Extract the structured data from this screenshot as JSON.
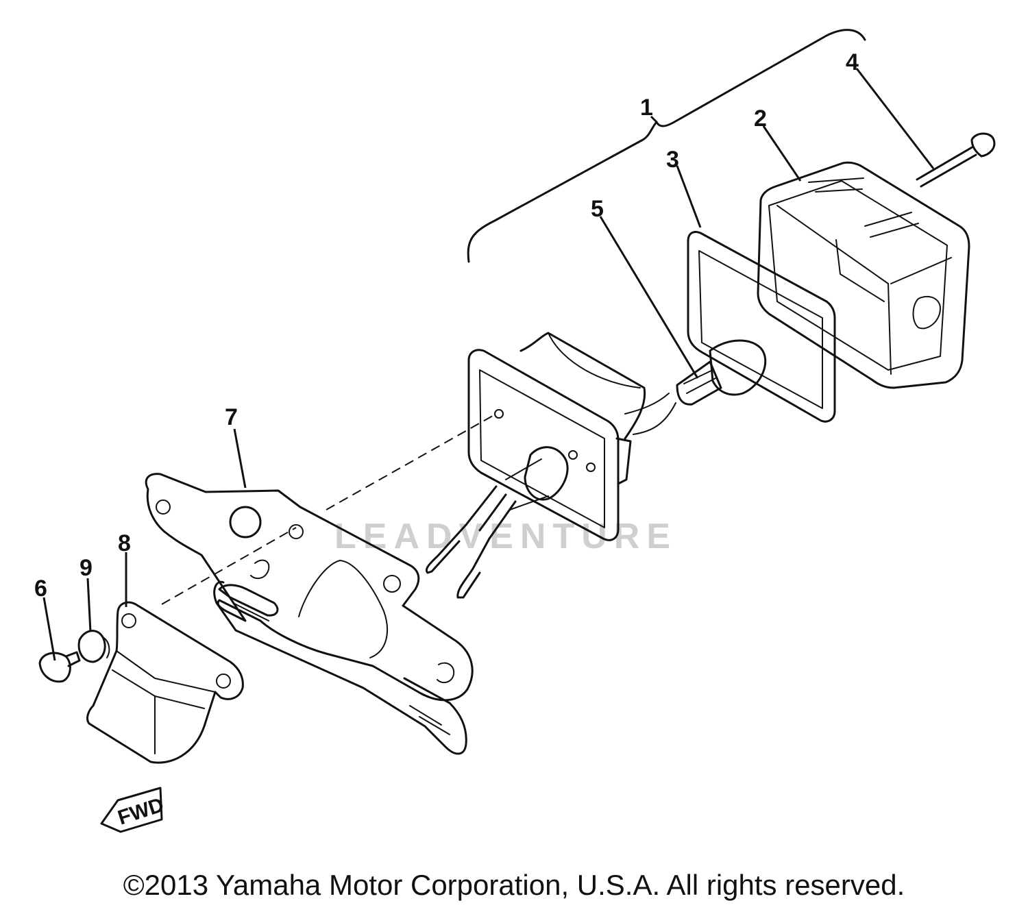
{
  "callouts": [
    {
      "id": "1",
      "label": "1"
    },
    {
      "id": "2",
      "label": "2"
    },
    {
      "id": "3",
      "label": "3"
    },
    {
      "id": "4",
      "label": "4"
    },
    {
      "id": "5",
      "label": "5"
    },
    {
      "id": "6",
      "label": "6"
    },
    {
      "id": "7",
      "label": "7"
    },
    {
      "id": "8",
      "label": "8"
    },
    {
      "id": "9",
      "label": "9"
    }
  ],
  "watermark": "LEADVENTURE",
  "fwd_label": "FWD",
  "copyright": "©2013 Yamaha Motor Corporation, U.S.A. All rights reserved."
}
